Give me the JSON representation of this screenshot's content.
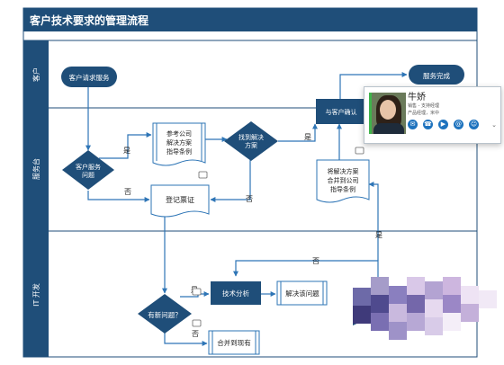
{
  "title": "客户技术要求的管理流程",
  "lanes": [
    {
      "id": "customer",
      "label": "客户"
    },
    {
      "id": "service",
      "label": "服务台"
    },
    {
      "id": "it",
      "label": "IT 开发"
    }
  ],
  "nodes": {
    "customer_request": "客户请求服务",
    "service_done": "服务完成",
    "confirm_customer": "与客户确认",
    "service_issue": [
      "客户服务",
      "问题"
    ],
    "reference_docs": [
      "参考公司",
      "解决方案",
      "指导条例"
    ],
    "found_solution": [
      "找到解决",
      "方案"
    ],
    "register_ticket": "登记票证",
    "merge_docs": [
      "将解决方案",
      "合并到公司",
      "指导条例"
    ],
    "tech_analysis": "技术分析",
    "solve_problem": "解决该问题",
    "new_problem": "有新问题？",
    "merge_existing": "合并到现有"
  },
  "edge_labels": {
    "yes1": "是",
    "no1": "否",
    "yes2": "是",
    "no2": "否",
    "yes3": "是",
    "no3": "否",
    "yes4": "是",
    "no4": "否"
  },
  "contact": {
    "name": "牛娇",
    "role": "销售 - 支持经理",
    "dept": "产品经理，米中",
    "actions": [
      "chat-icon",
      "phone-icon",
      "video-icon",
      "mail-icon",
      "contact-icon"
    ],
    "status_color": "#3fb24a"
  },
  "colors": {
    "primary": "#1f4e79",
    "lane_bg": "#1f4e79",
    "line": "#2e75b6",
    "doc_border": "#2e75b6"
  }
}
